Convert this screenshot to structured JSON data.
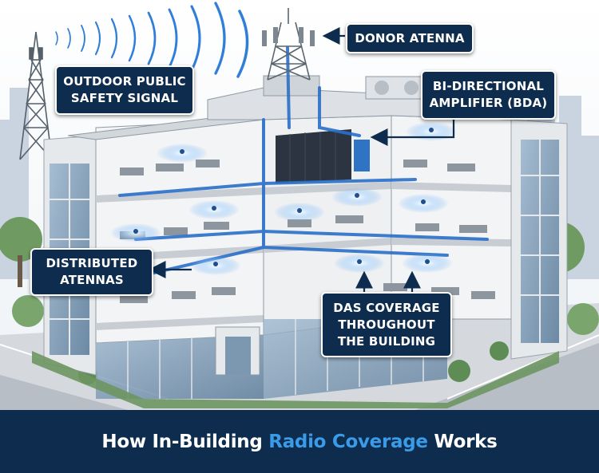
{
  "callouts": {
    "donor": {
      "label": "DONOR ATENNA"
    },
    "outdoor": {
      "line1": "OUTDOOR PUBLIC",
      "line2": "SAFETY SIGNAL"
    },
    "bda": {
      "line1": "BI-DIRECTIONAL",
      "line2": "AMPLIFIER (BDA)"
    },
    "distributed": {
      "line1": "DISTRIBUTED",
      "line2": "ATENNAS"
    },
    "das": {
      "line1": "DAS COVERAGE",
      "line2": "THROUGHOUT",
      "line3": "THE BUILDING"
    }
  },
  "title": {
    "before": "How In-Building",
    "highlight": "Radio Coverage",
    "after": "Works"
  },
  "colors": {
    "navy": "#0e2c4d",
    "highlight": "#3a9be8",
    "signal": "#2f7fd8",
    "cable": "#2a6fc9"
  }
}
